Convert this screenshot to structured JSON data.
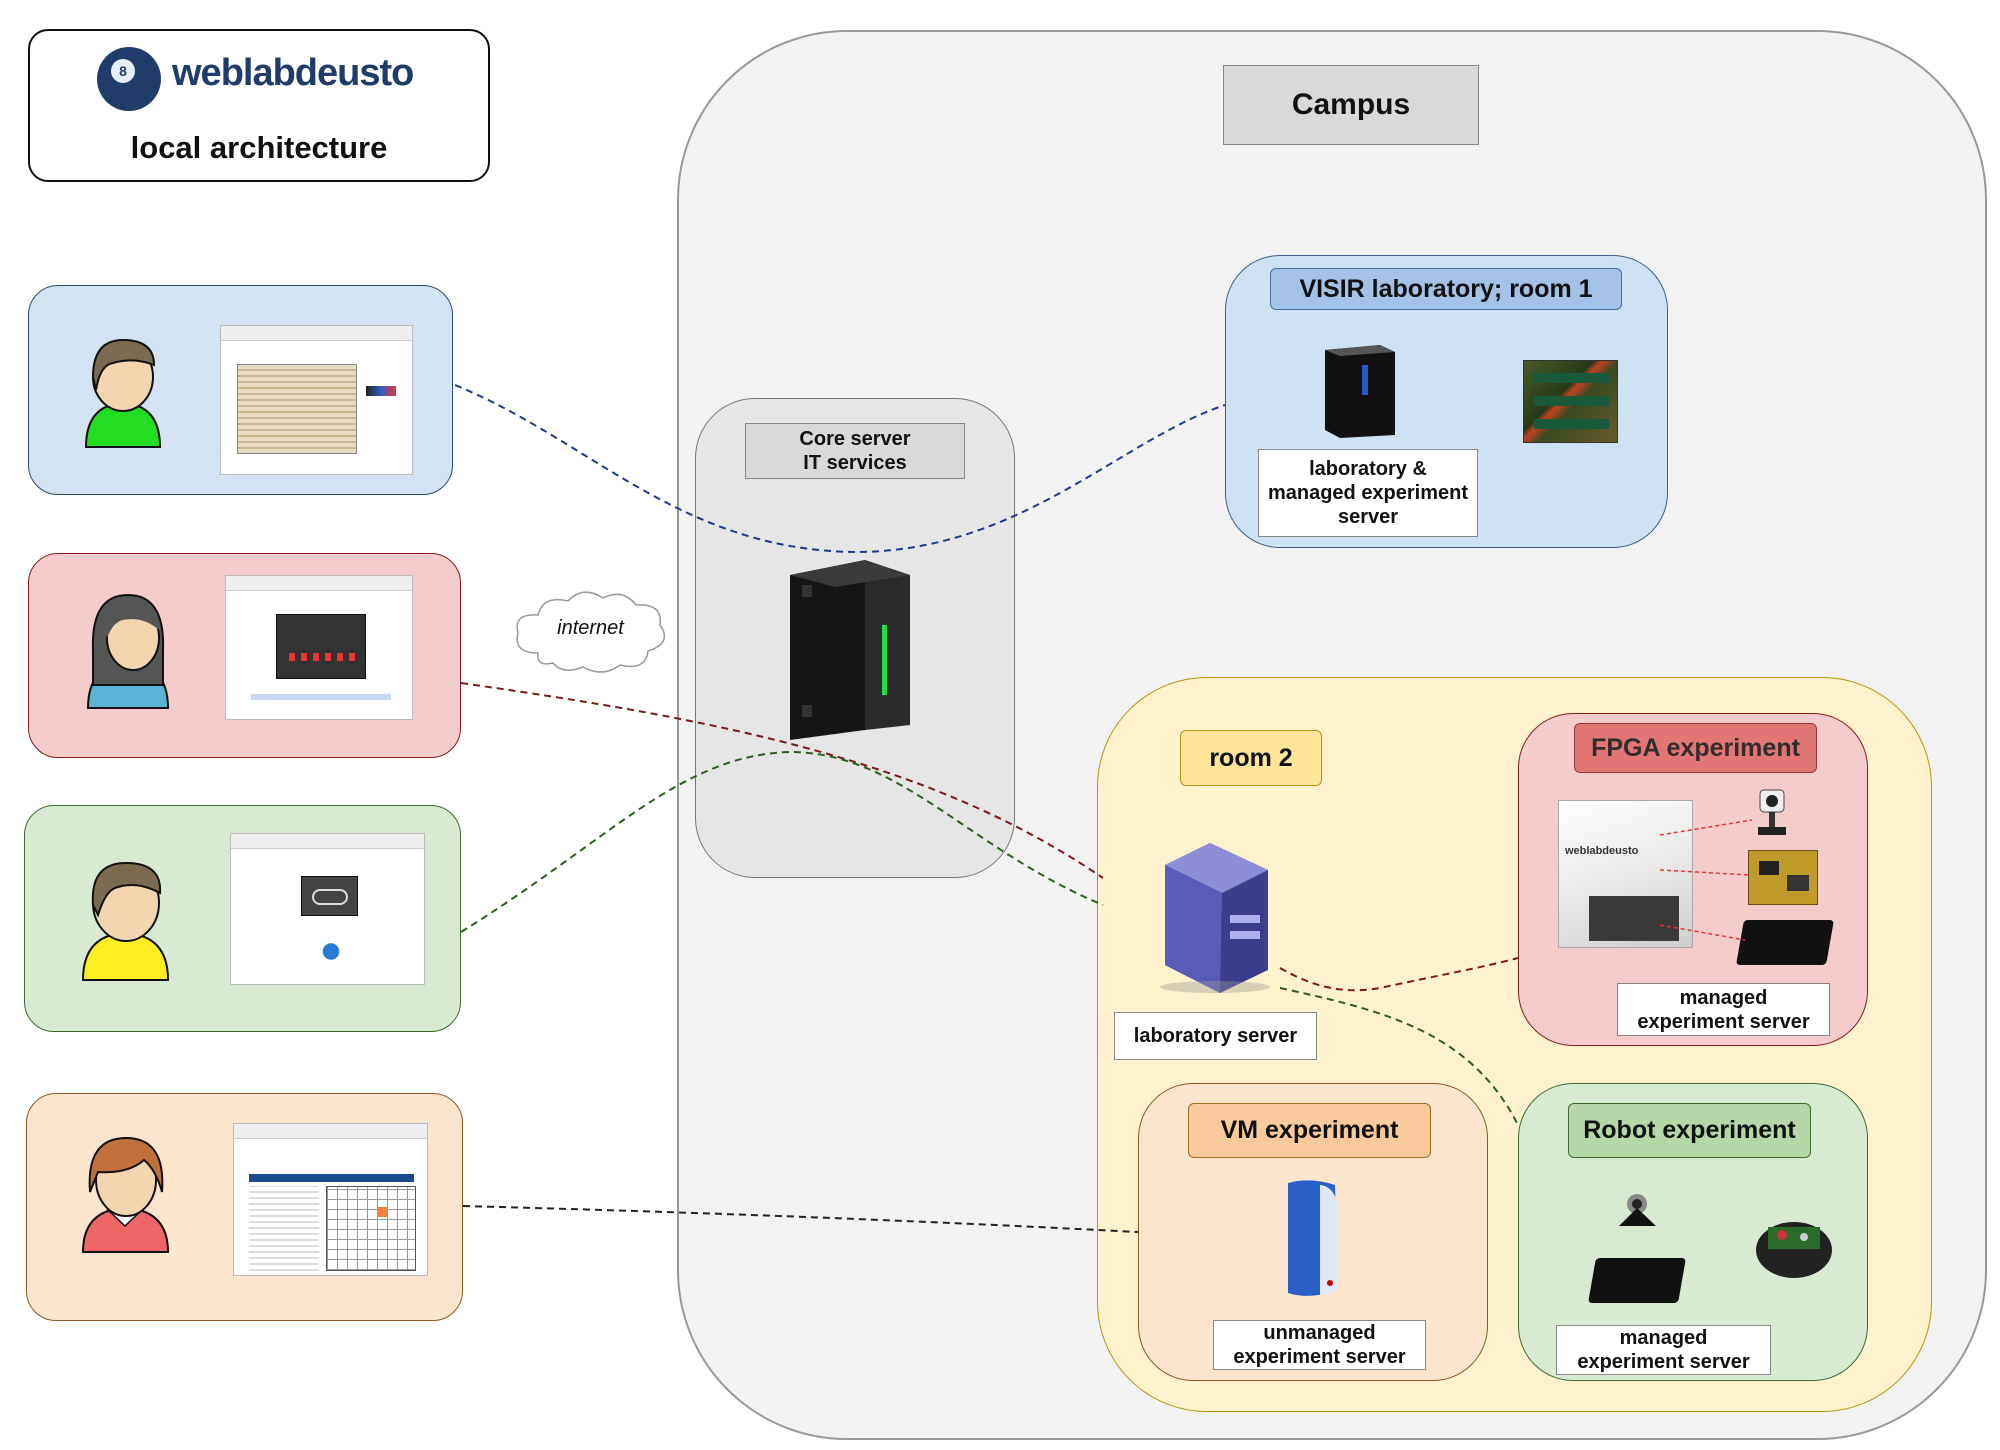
{
  "header": {
    "logo_text": "weblabdeusto",
    "subtitle": "local architecture"
  },
  "campus": {
    "title": "Campus"
  },
  "core": {
    "title_line1": "Core server",
    "title_line2": "IT services"
  },
  "internet": {
    "label": "internet"
  },
  "visir": {
    "title": "VISIR laboratory; room 1",
    "server_line1": "laboratory &",
    "server_line2": "managed experiment",
    "server_line3": "server"
  },
  "room2": {
    "title": "room 2",
    "lab_server": "laboratory server"
  },
  "fpga": {
    "title": "FPGA experiment",
    "server_line1": "managed",
    "server_line2": "experiment server",
    "box_logo": "weblabdeusto"
  },
  "vm": {
    "title": "VM experiment",
    "server_line1": "unmanaged",
    "server_line2": "experiment server"
  },
  "robot": {
    "title": "Robot experiment",
    "server_line1": "managed",
    "server_line2": "experiment server"
  },
  "users": [
    {
      "color": "#d4e3f3",
      "border": "#2b4a6f",
      "shirt": "#22dd22",
      "hair": "#7a6a50"
    },
    {
      "color": "#f4cccc",
      "border": "#8c1a1a",
      "shirt": "#5ab4d6",
      "hair": "#555555"
    },
    {
      "color": "#d9ead3",
      "border": "#3d6b2e",
      "shirt": "#ffee22",
      "hair": "#7a6a50"
    },
    {
      "color": "#fce5cd",
      "border": "#8a5a22",
      "shirt": "#ee6666",
      "hair": "#c0703a"
    }
  ],
  "colors": {
    "blue_link": "#1f3a8a",
    "red_link": "#7a1a1a",
    "green_link": "#2e5e1e",
    "black_link": "#222222"
  }
}
